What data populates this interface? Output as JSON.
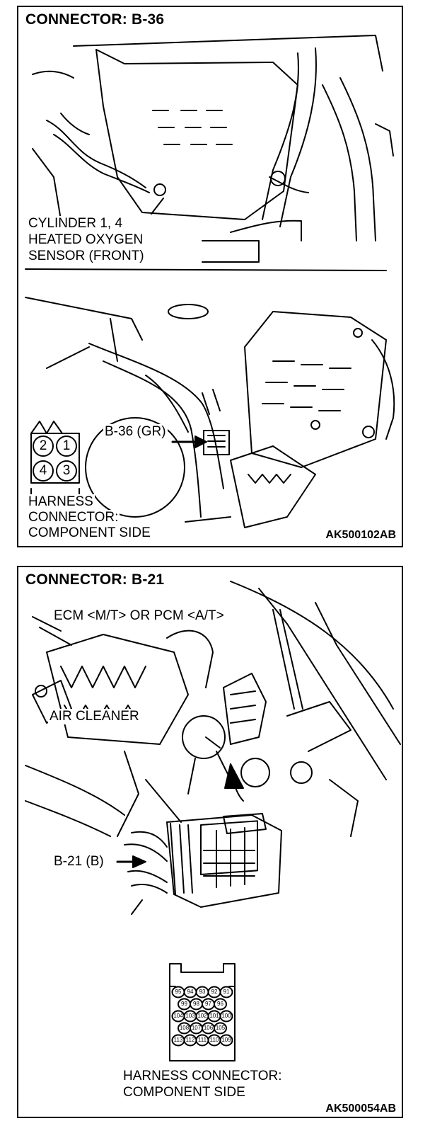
{
  "panels": [
    {
      "title": "CONNECTOR: B-36",
      "sensor_label": [
        "CYLINDER 1, 4",
        "HEATED OXYGEN",
        "SENSOR (FRONT)"
      ],
      "callout": "B-36 (GR)",
      "harness_label": [
        "HARNESS",
        "CONNECTOR:",
        "COMPONENT SIDE"
      ],
      "connector_pins": [
        "2",
        "1",
        "4",
        "3"
      ],
      "figure_id": "AK500102AB"
    },
    {
      "title": "CONNECTOR: B-21",
      "ecm_label": "ECM <M/T> OR PCM <A/T>",
      "air_cleaner_label": "AIR CLEANER",
      "callout": "B-21 (B)",
      "connector_pins_row1": [
        "95",
        "94",
        "93",
        "92",
        "91"
      ],
      "connector_pins_row2": [
        "99",
        "98",
        "97",
        "96"
      ],
      "connector_pins_row3": [
        "104",
        "103",
        "102",
        "101",
        "100"
      ],
      "connector_pins_row4": [
        "108",
        "107",
        "106",
        "105"
      ],
      "connector_pins_row5": [
        "113",
        "112",
        "111",
        "110",
        "109"
      ],
      "harness_label": [
        "HARNESS CONNECTOR:",
        "COMPONENT SIDE"
      ],
      "figure_id": "AK500054AB"
    }
  ]
}
